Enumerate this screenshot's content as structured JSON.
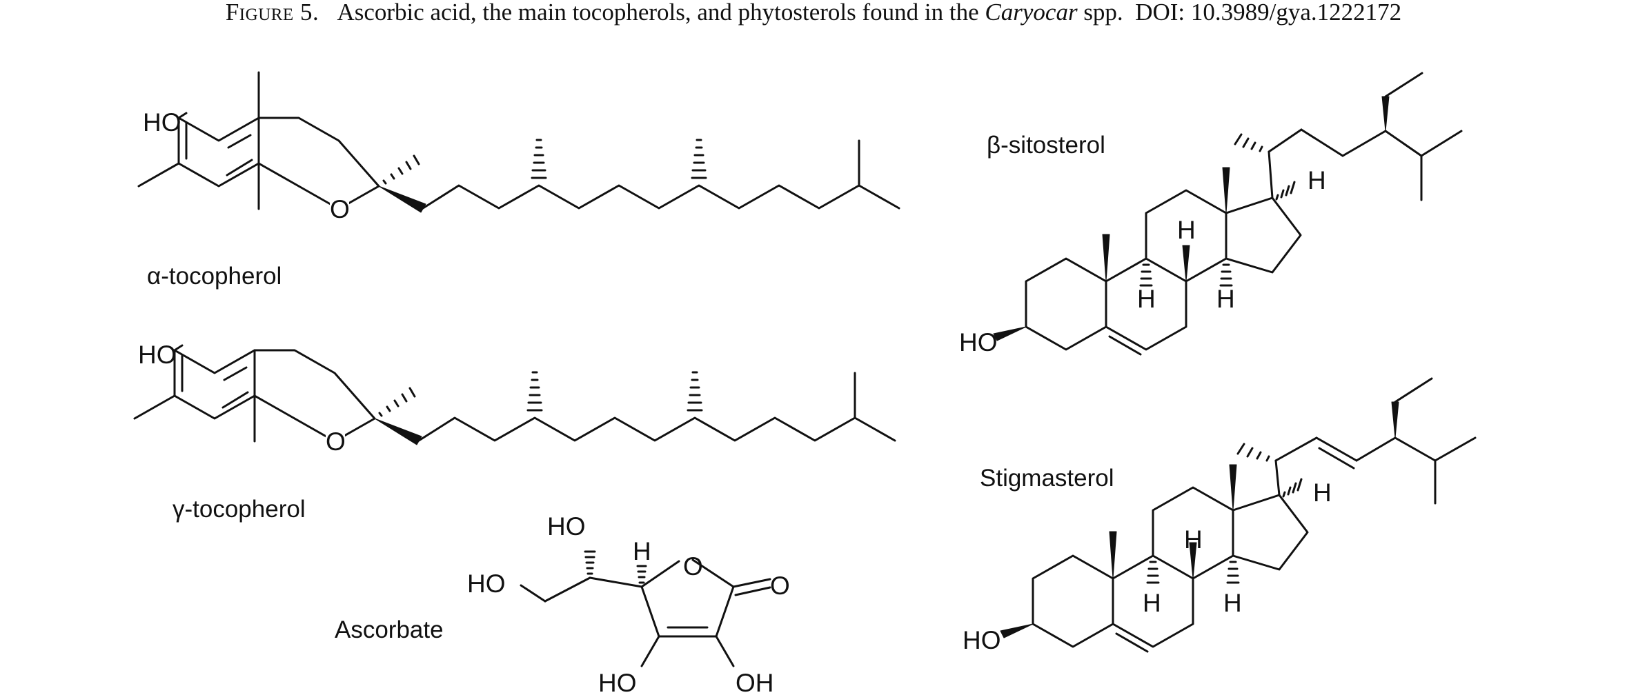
{
  "figure": {
    "label": "Figure 5.",
    "text_before_italic": "Ascorbic acid, the main tocopherols, and phytosterols found in the ",
    "italic": "Caryocar",
    "text_after_italic": " spp.",
    "doi": "DOI: 10.3989/gya.1222172"
  },
  "compounds": {
    "alpha_tocopherol": "α-tocopherol",
    "gamma_tocopherol": "γ-tocopherol",
    "ascorbate": "Ascorbate",
    "beta_sitosterol": "β-sitosterol",
    "stigmasterol": "Stigmasterol"
  },
  "atoms": {
    "ho": "HO",
    "oh": "OH",
    "o": "O",
    "h": "H"
  }
}
